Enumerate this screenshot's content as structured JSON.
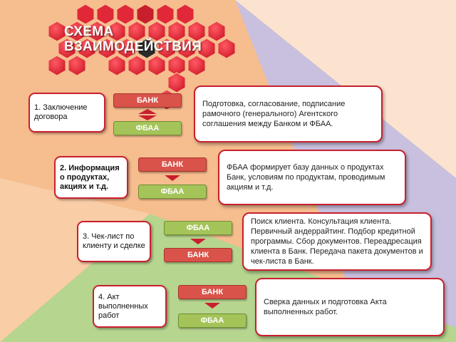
{
  "title": {
    "line1": "СХЕМА",
    "line2": "ВЗАИМОДЕЙСТВИЯ"
  },
  "colors": {
    "red": "#c8202f",
    "bank": "#d9534a",
    "fbaa": "#a4c45a",
    "bg_peach": "#f6bd8e",
    "bg_purple": "#c8c0de",
    "bg_green": "#b6d58f"
  },
  "steps": [
    {
      "label": "1. Заключение договора",
      "top": "БАНК",
      "bottom": "ФБАА",
      "arrow": "both",
      "description": "Подготовка, согласование, подписание рамочного (генерального) Агентского соглашения между Банком и ФБАА."
    },
    {
      "label": "2. Информация о продуктах, акциях и т.д.",
      "top": "БАНК",
      "bottom": "ФБАА",
      "arrow": "down",
      "description": "ФБАА формирует базу данных о продуктах Банк, условиям по продуктам, проводимым акциям и т.д."
    },
    {
      "label": "3. Чек-лист по клиенту и сделке",
      "top": "ФБАА",
      "bottom": "БАНК",
      "arrow": "down",
      "description": "Поиск клиента. Консультация клиента. Первичный андеррайтинг. Подбор кредитной программы. Сбор документов. Переадресация клиента в Банк. Передача пакета документов и чек-листа в Банк."
    },
    {
      "label": "4. Акт выполненных работ",
      "top": "БАНК",
      "bottom": "ФБАА",
      "arrow": "down",
      "description": "Сверка данных и подготовка Акта выполненных работ."
    }
  ]
}
